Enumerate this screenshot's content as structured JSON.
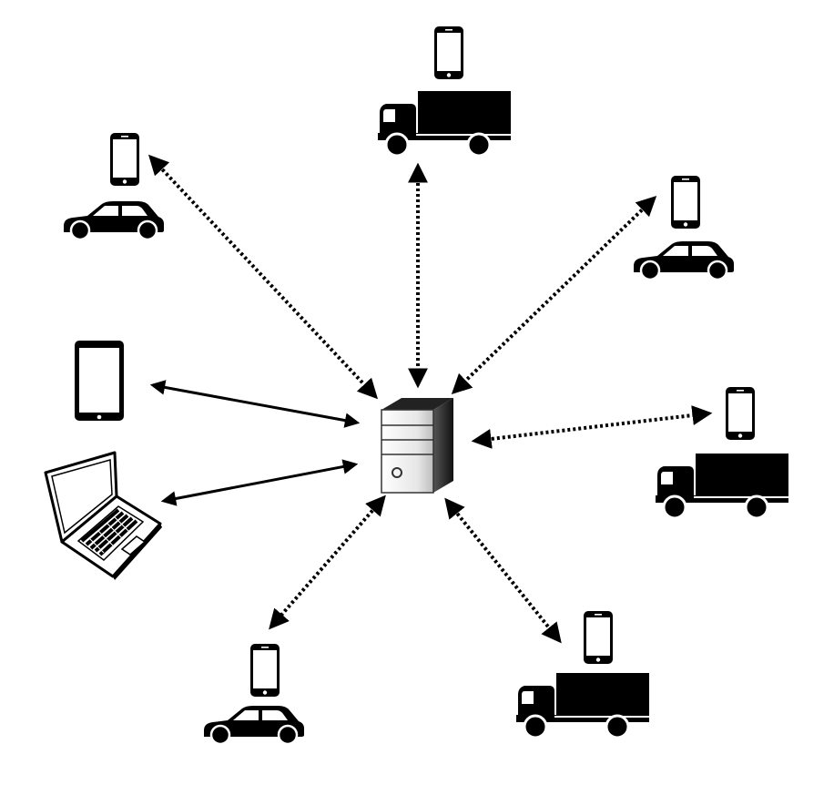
{
  "diagram": {
    "colors": {
      "background": "#ffffff",
      "ink": "#000000",
      "server_light": "#f2f2f2",
      "server_dark": "#1a1a1a"
    },
    "hub": {
      "icon": "server-icon"
    },
    "links": [
      {
        "name": "link-car-top-left",
        "style": "dotted",
        "bidirectional": true
      },
      {
        "name": "link-truck-top",
        "style": "dotted",
        "bidirectional": true
      },
      {
        "name": "link-car-top-right",
        "style": "dotted",
        "bidirectional": true
      },
      {
        "name": "link-tablet",
        "style": "solid",
        "bidirectional": true
      },
      {
        "name": "link-laptop",
        "style": "solid",
        "bidirectional": true
      },
      {
        "name": "link-truck-right",
        "style": "dotted",
        "bidirectional": true
      },
      {
        "name": "link-car-bottom",
        "style": "dotted",
        "bidirectional": true
      },
      {
        "name": "link-truck-bottom",
        "style": "dotted",
        "bidirectional": true
      }
    ],
    "nodes": [
      {
        "name": "node-car-top-left",
        "icons": [
          "smartphone-icon",
          "car-icon"
        ]
      },
      {
        "name": "node-truck-top",
        "icons": [
          "smartphone-icon",
          "truck-icon"
        ]
      },
      {
        "name": "node-car-top-right",
        "icons": [
          "smartphone-icon",
          "car-icon"
        ]
      },
      {
        "name": "node-tablet",
        "icons": [
          "tablet-icon"
        ]
      },
      {
        "name": "node-laptop",
        "icons": [
          "laptop-icon"
        ]
      },
      {
        "name": "node-truck-right",
        "icons": [
          "smartphone-icon",
          "truck-icon"
        ]
      },
      {
        "name": "node-car-bottom",
        "icons": [
          "smartphone-icon",
          "car-icon"
        ]
      },
      {
        "name": "node-truck-bottom",
        "icons": [
          "smartphone-icon",
          "truck-icon"
        ]
      }
    ]
  }
}
